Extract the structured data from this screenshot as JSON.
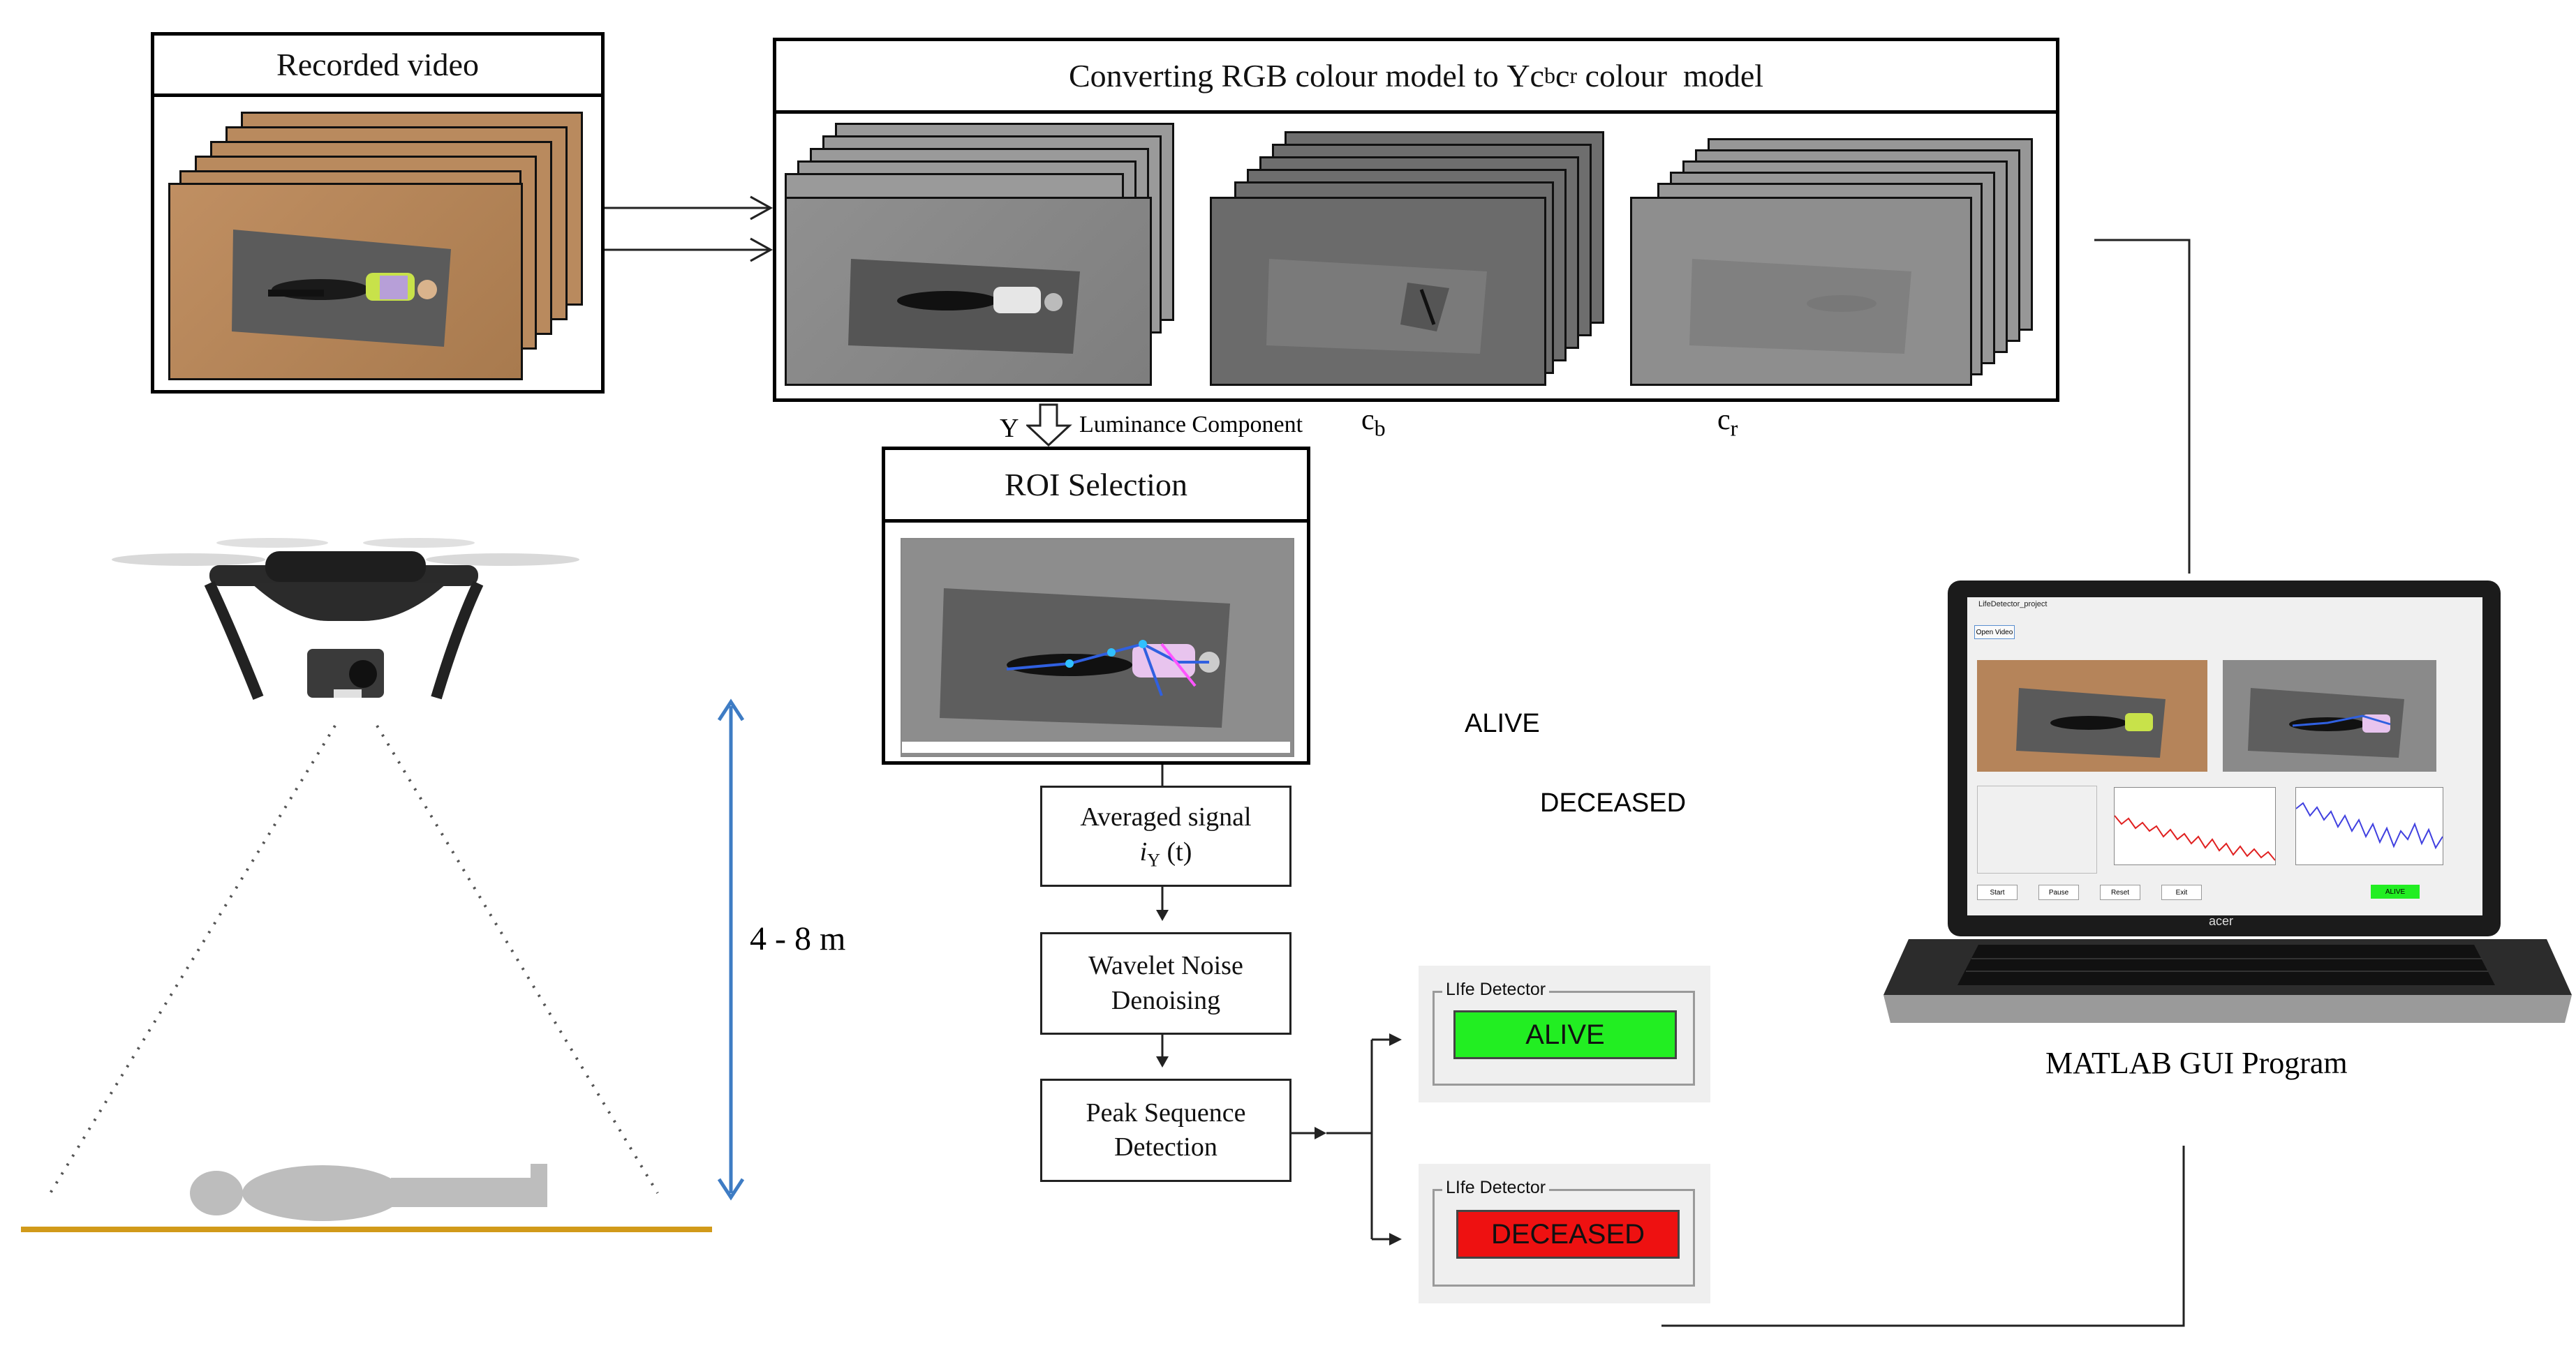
{
  "recorded_video": {
    "title": "Recorded video"
  },
  "conversion": {
    "title_prefix": "Converting RGB colour model to ",
    "title_model": "Yc",
    "title_sub_b": "b",
    "title_c": " c",
    "title_sub_r": "r",
    "title_suffix": " colour  model",
    "y_label": "Y",
    "luminance_label": "Luminance Component",
    "cb_label": "c",
    "cb_sub": "b",
    "cr_label": "c",
    "cr_sub": "r"
  },
  "roi": {
    "title": "ROI Selection"
  },
  "steps": {
    "averaged_line1": "Averaged signal",
    "averaged_var": "i",
    "averaged_sub": "Y",
    "averaged_arg": " (t)",
    "wavelet_line1": "Wavelet Noise",
    "wavelet_line2": "Denoising",
    "peak_line1": "Peak Sequence",
    "peak_line2": "Detection"
  },
  "results": {
    "alive_text": "ALIVE",
    "deceased_text": "DECEASED",
    "detector_group_label": "LIfe Detector",
    "alive_status": "ALIVE",
    "deceased_status": "DECEASED"
  },
  "drone": {
    "height_label": "4 - 8 m"
  },
  "laptop": {
    "caption": "MATLAB GUI Program",
    "brand": "acer",
    "gui_window_title": "LifeDetector_project",
    "gui_open_button": "Open Video",
    "gui_buttons": [
      "Start",
      "Pause",
      "Reset",
      "Exit"
    ],
    "gui_status": "ALIVE"
  },
  "colors": {
    "sand": "#b5845a",
    "mat": "#5a5a5a",
    "ground_line": "#d19a1a",
    "height_arrow": "#3e7cc4",
    "alive_green": "#22ee22",
    "deceased_red": "#ee1111",
    "silhouette": "#bdbdbd"
  }
}
